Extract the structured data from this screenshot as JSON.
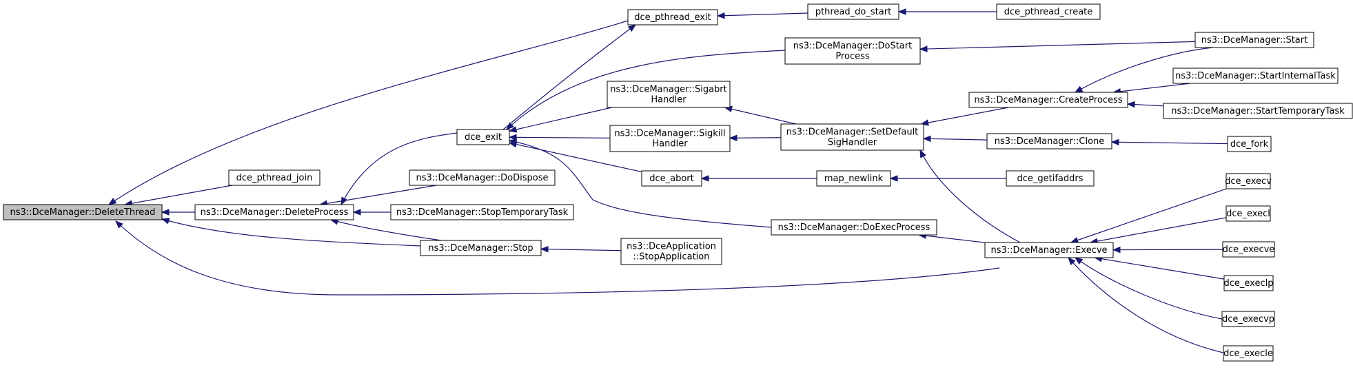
{
  "graph": {
    "colors": {
      "edge": "#191970",
      "node_border": "#000000",
      "root_fill": "#bfbfbf",
      "node_fill": "#ffffff"
    },
    "nodes": [
      {
        "id": "n0",
        "lines": [
          "ns3::DceManager::DeleteThread"
        ],
        "root": true
      },
      {
        "id": "n1",
        "lines": [
          "ns3::DceManager::DeleteProcess"
        ]
      },
      {
        "id": "n2",
        "lines": [
          "dce_pthread_join"
        ]
      },
      {
        "id": "n3",
        "lines": [
          "dce_pthread_exit"
        ]
      },
      {
        "id": "n4",
        "lines": [
          "ns3::DceManager::Stop"
        ]
      },
      {
        "id": "n5",
        "lines": [
          "ns3::DceManager::Execve"
        ]
      },
      {
        "id": "n6",
        "lines": [
          "dce_exit"
        ]
      },
      {
        "id": "n7",
        "lines": [
          "ns3::DceManager::DoDispose"
        ]
      },
      {
        "id": "n8",
        "lines": [
          "ns3::DceManager::StopTemporaryTask"
        ]
      },
      {
        "id": "n9",
        "lines": [
          "pthread_do_start"
        ]
      },
      {
        "id": "n10",
        "lines": [
          "dce_pthread_create"
        ]
      },
      {
        "id": "n11",
        "lines": [
          "ns3::DceManager::DoStart",
          "Process"
        ]
      },
      {
        "id": "n12",
        "lines": [
          "ns3::DceManager::Start"
        ]
      },
      {
        "id": "n13",
        "lines": [
          "ns3::DceManager::Sigabrt",
          "Handler"
        ]
      },
      {
        "id": "n14",
        "lines": [
          "ns3::DceManager::Sigkill",
          "Handler"
        ]
      },
      {
        "id": "n15",
        "lines": [
          "ns3::DceManager::SetDefault",
          "SigHandler"
        ]
      },
      {
        "id": "n16",
        "lines": [
          "ns3::DceManager::CreateProcess"
        ]
      },
      {
        "id": "n17",
        "lines": [
          "ns3::DceManager::StartInternalTask"
        ]
      },
      {
        "id": "n18",
        "lines": [
          "ns3::DceManager::StartTemporaryTask"
        ]
      },
      {
        "id": "n19",
        "lines": [
          "ns3::DceManager::Clone"
        ]
      },
      {
        "id": "n20",
        "lines": [
          "dce_fork"
        ]
      },
      {
        "id": "n21",
        "lines": [
          "dce_abort"
        ]
      },
      {
        "id": "n22",
        "lines": [
          "map_newlink"
        ]
      },
      {
        "id": "n23",
        "lines": [
          "dce_getifaddrs"
        ]
      },
      {
        "id": "n24",
        "lines": [
          "ns3::DceManager::DoExecProcess"
        ]
      },
      {
        "id": "n25",
        "lines": [
          "ns3::DceApplication",
          "::StopApplication"
        ]
      },
      {
        "id": "n26",
        "lines": [
          "dce_execv"
        ]
      },
      {
        "id": "n27",
        "lines": [
          "dce_execl"
        ]
      },
      {
        "id": "n28",
        "lines": [
          "dce_execve"
        ]
      },
      {
        "id": "n29",
        "lines": [
          "dce_execlp"
        ]
      },
      {
        "id": "n30",
        "lines": [
          "dce_execvp"
        ]
      },
      {
        "id": "n31",
        "lines": [
          "dce_execle"
        ]
      }
    ],
    "edges": [
      {
        "from": "n1",
        "to": "n0"
      },
      {
        "from": "n2",
        "to": "n0"
      },
      {
        "from": "n3",
        "to": "n0"
      },
      {
        "from": "n4",
        "to": "n0"
      },
      {
        "from": "n5",
        "to": "n0"
      },
      {
        "from": "n6",
        "to": "n1"
      },
      {
        "from": "n7",
        "to": "n1"
      },
      {
        "from": "n8",
        "to": "n1"
      },
      {
        "from": "n4",
        "to": "n1"
      },
      {
        "from": "n9",
        "to": "n3"
      },
      {
        "from": "n10",
        "to": "n9"
      },
      {
        "from": "n6",
        "to": "n3"
      },
      {
        "from": "n11",
        "to": "n6"
      },
      {
        "from": "n13",
        "to": "n6"
      },
      {
        "from": "n14",
        "to": "n6"
      },
      {
        "from": "n21",
        "to": "n6"
      },
      {
        "from": "n24",
        "to": "n6"
      },
      {
        "from": "n12",
        "to": "n11"
      },
      {
        "from": "n15",
        "to": "n13"
      },
      {
        "from": "n15",
        "to": "n14"
      },
      {
        "from": "n16",
        "to": "n15"
      },
      {
        "from": "n19",
        "to": "n15"
      },
      {
        "from": "n5",
        "to": "n15"
      },
      {
        "from": "n12",
        "to": "n16"
      },
      {
        "from": "n17",
        "to": "n16"
      },
      {
        "from": "n18",
        "to": "n16"
      },
      {
        "from": "n20",
        "to": "n19"
      },
      {
        "from": "n22",
        "to": "n21"
      },
      {
        "from": "n23",
        "to": "n22"
      },
      {
        "from": "n5",
        "to": "n24"
      },
      {
        "from": "n25",
        "to": "n4"
      },
      {
        "from": "n26",
        "to": "n5"
      },
      {
        "from": "n27",
        "to": "n5"
      },
      {
        "from": "n28",
        "to": "n5"
      },
      {
        "from": "n29",
        "to": "n5"
      },
      {
        "from": "n30",
        "to": "n5"
      },
      {
        "from": "n31",
        "to": "n5"
      }
    ]
  }
}
